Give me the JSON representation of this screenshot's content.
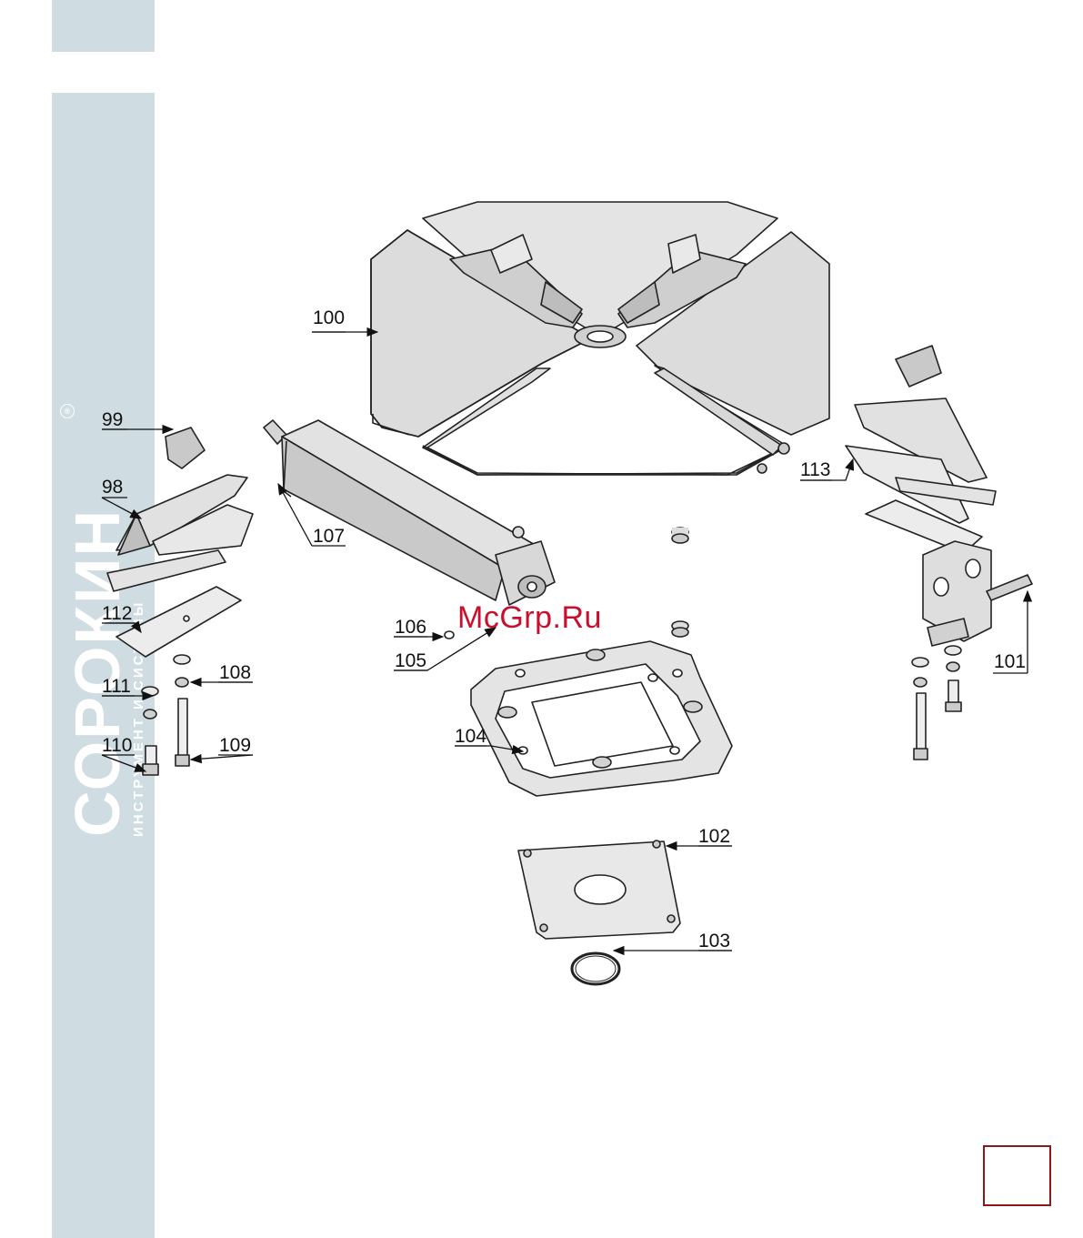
{
  "brand": {
    "name": "СОРОКИН",
    "tagline": "ИНСТРУМЕНТ И СИСТЕМЫ",
    "registered_mark": "®"
  },
  "watermark": "McGrp.Ru",
  "callouts": [
    {
      "id": "c100",
      "text": "100"
    },
    {
      "id": "c99",
      "text": "99"
    },
    {
      "id": "c98",
      "text": "98"
    },
    {
      "id": "c107",
      "text": "107"
    },
    {
      "id": "c113",
      "text": "113"
    },
    {
      "id": "c112",
      "text": "112"
    },
    {
      "id": "c106",
      "text": "106"
    },
    {
      "id": "c105",
      "text": "105"
    },
    {
      "id": "c108",
      "text": "108"
    },
    {
      "id": "c111",
      "text": "111"
    },
    {
      "id": "c104",
      "text": "104"
    },
    {
      "id": "c101",
      "text": "101"
    },
    {
      "id": "c110",
      "text": "110"
    },
    {
      "id": "c109",
      "text": "109"
    },
    {
      "id": "c102",
      "text": "102"
    },
    {
      "id": "c103",
      "text": "103"
    }
  ],
  "colors": {
    "strip": "#cfdde3",
    "watermark": "#c8102e",
    "box_border": "#8a1a1a",
    "part_fill": "#e6e6e6",
    "part_dark": "#bdbdbd"
  }
}
